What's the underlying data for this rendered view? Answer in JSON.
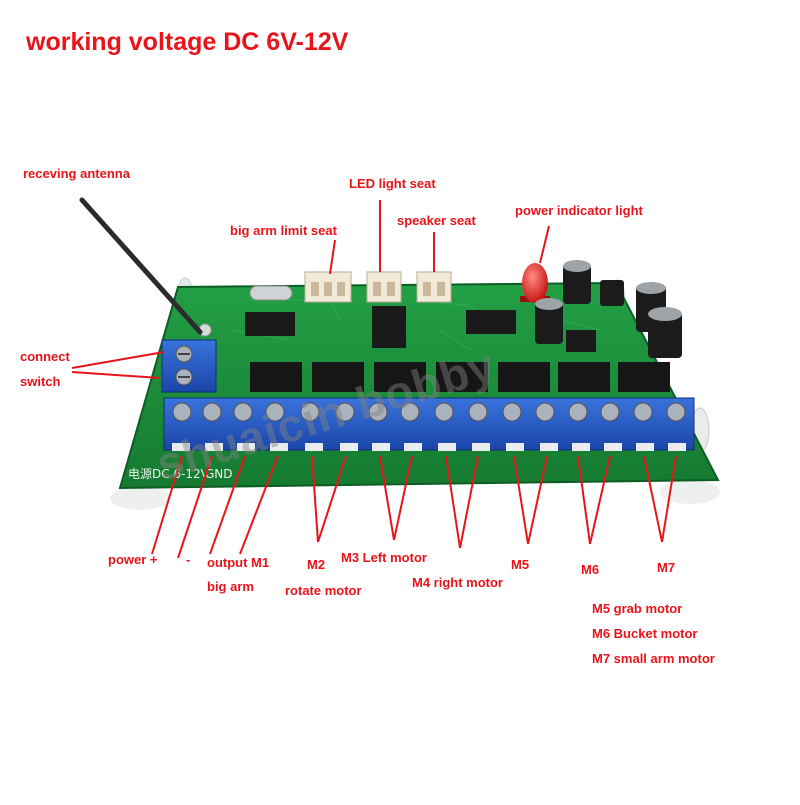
{
  "headline": "working voltage DC 6V-12V",
  "watermark": "shuaicin bobby",
  "colors": {
    "label": "#e8141a",
    "board": "#1c8f3a",
    "terminal": "#1f57c4",
    "chip": "#1a1a1a"
  },
  "labels": {
    "antenna": "receving antenna",
    "led_seat": "LED light seat",
    "big_arm_limit": "big arm limit seat",
    "speaker_seat": "speaker seat",
    "power_indicator": "power indicator light",
    "connect": "connect",
    "switch": "switch",
    "power_plus": "power +",
    "power_minus": "-",
    "output_m1": "output M1",
    "big_arm": "big arm",
    "m2": "M2",
    "rotate_motor": "rotate motor",
    "m3": "M3 Left motor",
    "m4": "M4 right motor",
    "m5": "M5",
    "m6": "M6",
    "m7": "M7",
    "m5_desc": "M5 grab motor",
    "m6_desc": "M6 Bucket motor",
    "m7_desc": "M7 small arm motor"
  },
  "board_silkscreen": {
    "power_label": "电源DC 6-12V",
    "gnd": "GND"
  }
}
